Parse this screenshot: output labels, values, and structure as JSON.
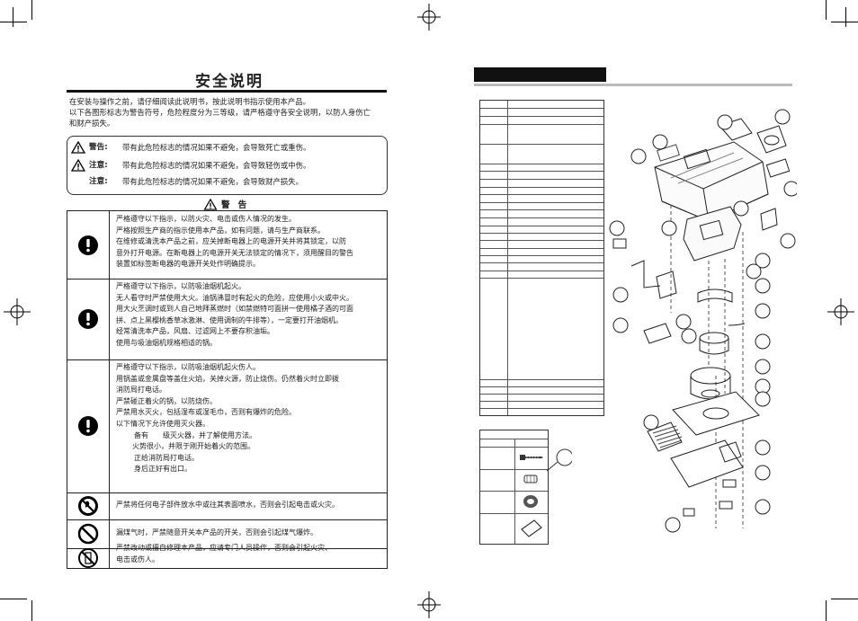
{
  "page": {
    "title": "安全说明",
    "intro": [
      "在安装与操作之前，请仔细阅读此说明书，按此说明书指示使用本产品。",
      "以下各图形标志为警告符号，危险程度分为三等级，请严格遵守各安全说明，以防人身伤亡",
      "和财产损失。"
    ],
    "legend": [
      {
        "label": "警告:",
        "text": "带有此危险标志的情况如果不避免，会导致死亡或重伤。",
        "icon": "warning-triangle-icon"
      },
      {
        "label": "注意:",
        "text": "带有此危险标志的情况如果不避免，会导致轻伤或中伤。",
        "icon": "warning-triangle-icon"
      },
      {
        "label": "注意:",
        "text": "带有此危险标志的情况如果不避免，会导致财产损失。",
        "icon": ""
      }
    ],
    "warning_heading": "警 告",
    "sections": [
      {
        "icon": "mandatory-action-icon",
        "lines": [
          "严格遵守以下指示，以防火灾、电击或伤人情况的发生。",
          "严格按照生产商的指示使用本产品，如有问题，请与生产商联系。",
          "在维修或清洗本产品之前，应关掉断电器上的电源开关并将其锁定，以防",
          "意外打开电源。在断电器上的电源开关无法锁定的情况下，须用醒目的警告",
          "装置如标签断电器的电源开关处作明确提示。"
        ]
      },
      {
        "icon": "mandatory-action-icon",
        "lines": [
          "严格遵守以下指示，以防吸油烟机起火。",
          "无人看守时严禁使用大火。油锅沸冒时有起火的危险，应使用小火或中火。",
          "用大火烹调时或到人自己地拜蒸燃时（如禁燃特可面拼一使用橘子酒的可面",
          "拼、点上黑樱桃香草冰激淋、使用调制的牛排等），一定要打开油烟机。",
          "经常清洗本产品，风扇、过滤网上不要存积油垢。",
          "使用与吸油烟机规格相适的锅。"
        ]
      },
      {
        "icon": "mandatory-action-icon",
        "lines": [
          "严格遵守以下指示，以防吸油烟机起火伤人。",
          "用锅盖或金属盘等盖住火焰，关掉火源，防止烧伤。仍然着火时立即拨",
          "消防局打电话。",
          "严禁碰正着火的锅，以防烧伤。",
          "严禁用水灭火，包括湿布或湿毛巾，否则有爆炸的危险。",
          "以下情况下允许使用灭火器。"
        ],
        "sublines": [
          "备有　　级灭火器，并了解使用方法。",
          "火势很小，并限于刚开始着火的范围。",
          "正给消防局打电话。",
          "身后正好有出口。"
        ]
      },
      {
        "icon": "no-water-icon",
        "lines": [
          "严禁将任何电子部件放水中或往其表面喷水，否则会引起电击或火灾。"
        ]
      },
      {
        "icon": "prohibited-icon",
        "lines": [
          "漏煤气时，严禁随意开关本产品的开关，否则会引起煤气爆炸。"
        ]
      },
      {
        "icon": "no-disassembly-icon",
        "lines": [
          "严禁改动或擅自修理本产品，应请专门人员操作，否则会引起火灾、",
          "电击或伤人。"
        ]
      }
    ]
  },
  "colors": {
    "text": "#222222",
    "header_bar": "#111111",
    "rule_gray": "#bbbbbb"
  }
}
